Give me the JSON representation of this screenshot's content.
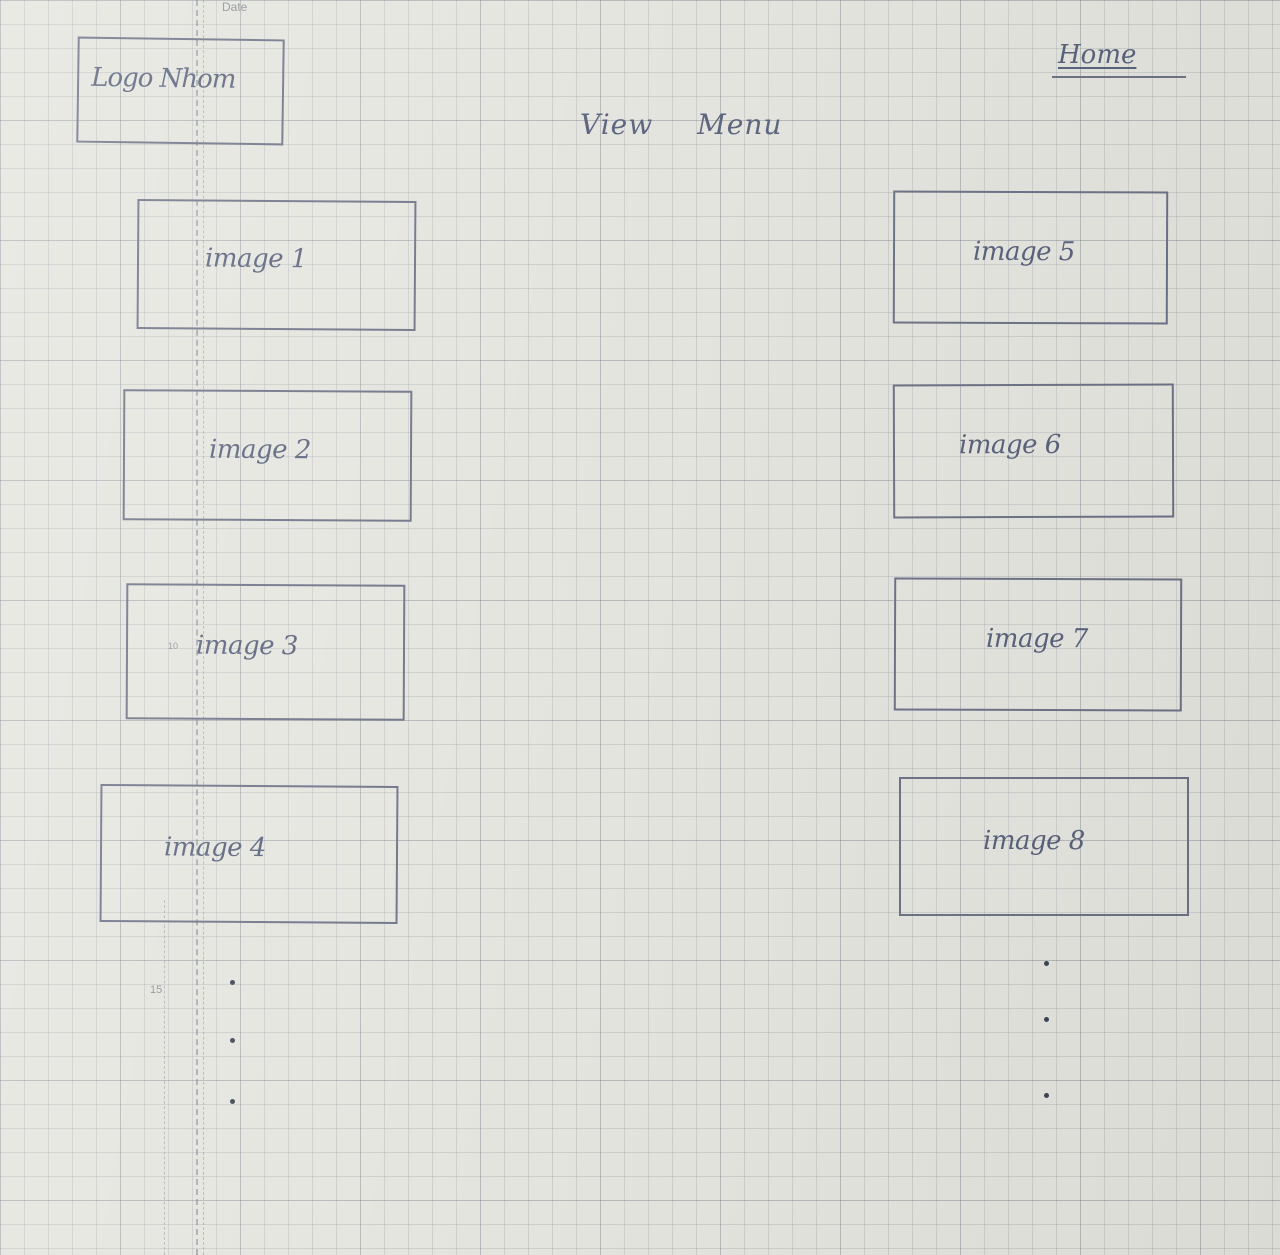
{
  "sheet": {
    "date_label": "Date",
    "tick_10": "10",
    "tick_15": "15"
  },
  "header": {
    "logo_text": "Logo Nhom",
    "nav_menu_label": "View Menu",
    "home_label": "Home"
  },
  "gallery": {
    "left_column": [
      "image 1",
      "image 2",
      "image 3",
      "image 4"
    ],
    "right_column": [
      "image 5",
      "image 6",
      "image 7",
      "image 8"
    ]
  },
  "colors": {
    "ink": "#57607a",
    "paper": "#e4e4de",
    "grid": "#5f6978"
  }
}
